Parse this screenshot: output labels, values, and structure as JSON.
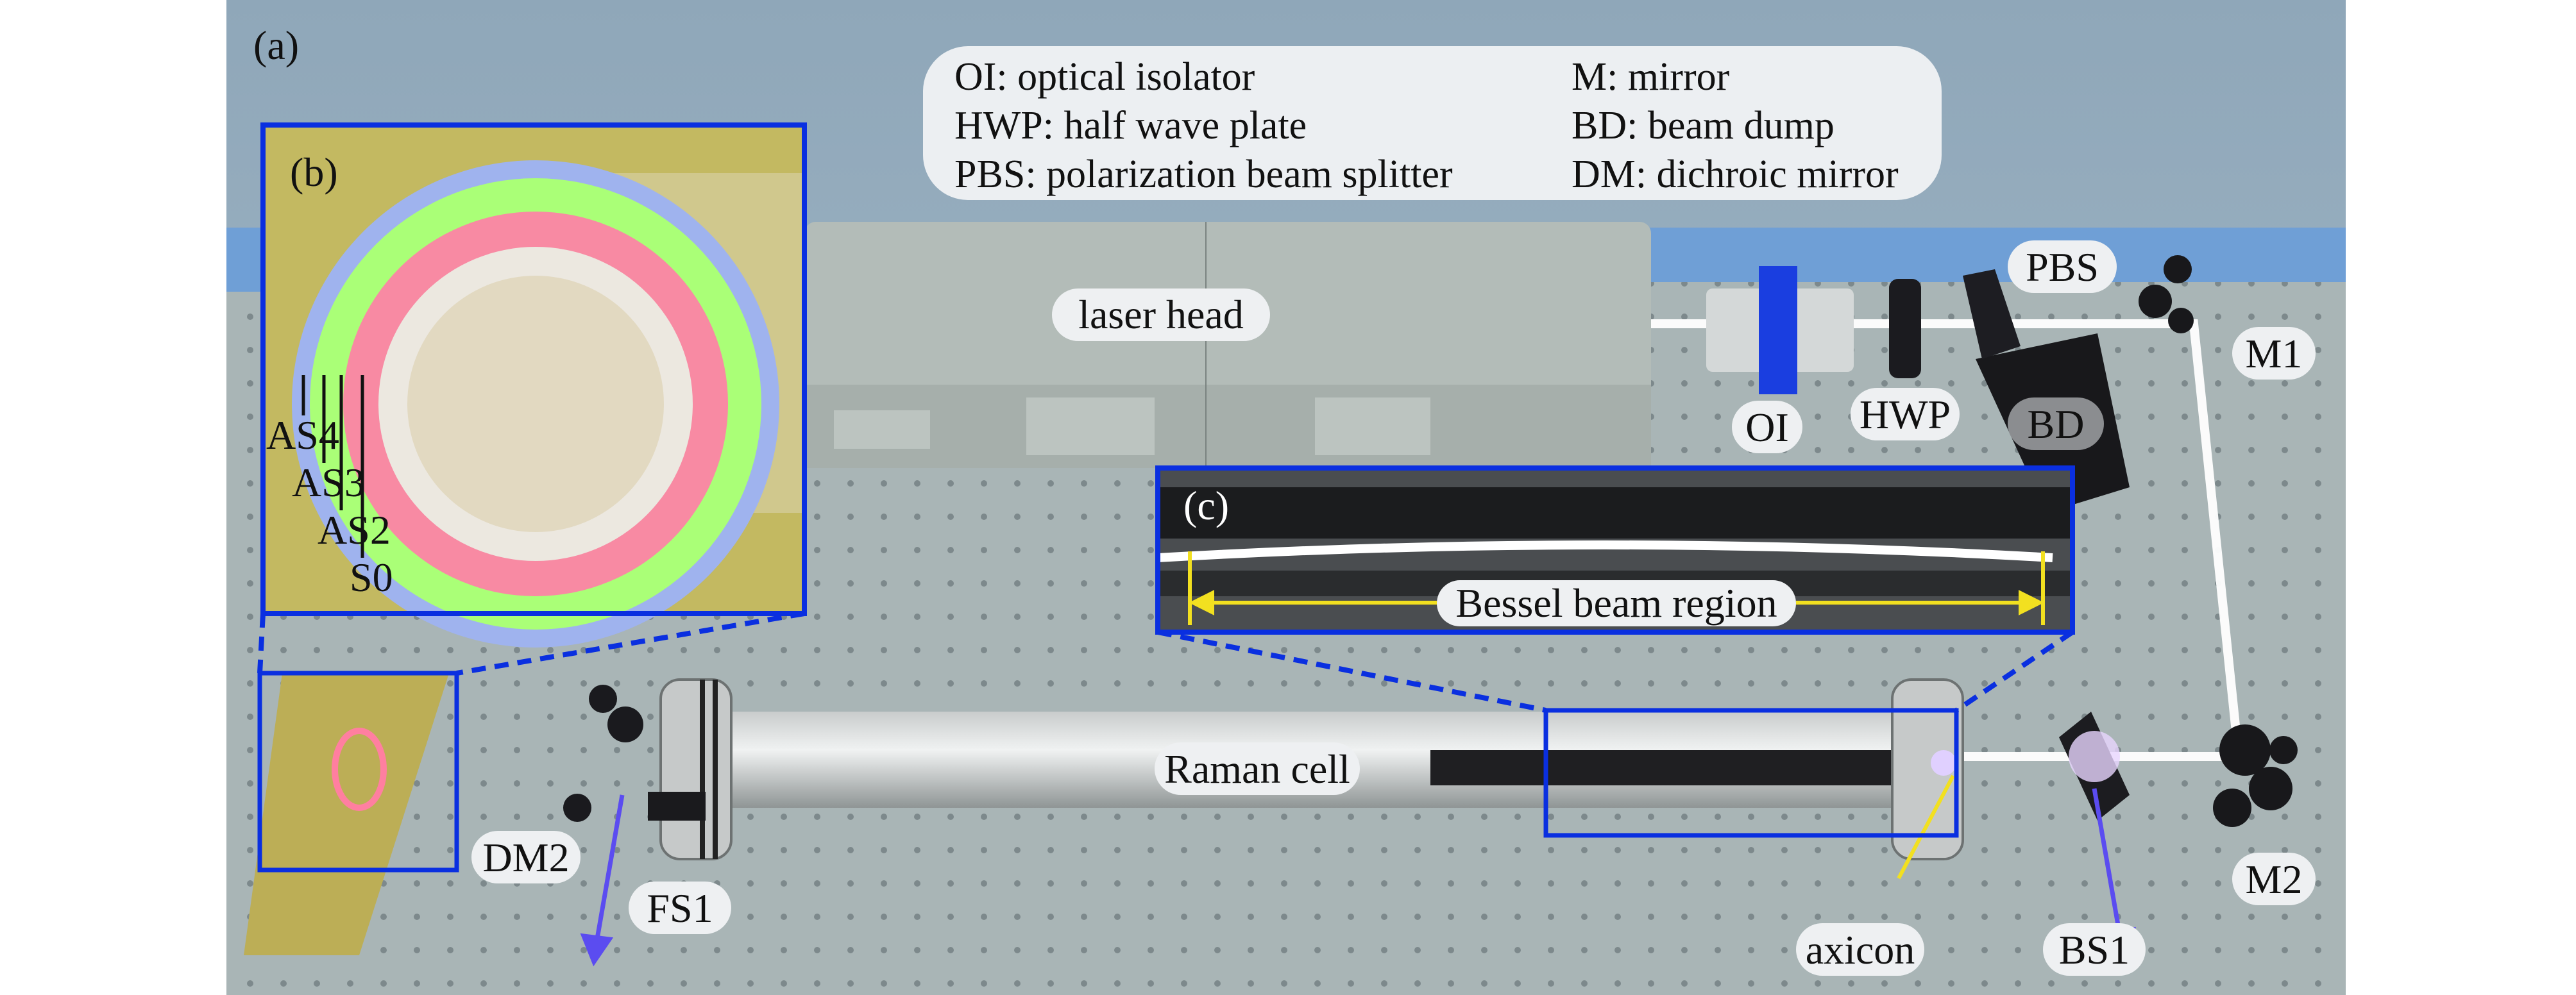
{
  "panel_labels": {
    "a": "(a)",
    "b": "(b)",
    "c": "(c)"
  },
  "legend": {
    "left": [
      "OI: optical isolator",
      "HWP: half wave plate",
      "PBS: polarization beam splitter"
    ],
    "right": [
      "M: mirror",
      "BD: beam dump",
      "DM: dichroic mirror"
    ]
  },
  "components": {
    "laser_head": "laser head",
    "oi": "OI",
    "hwp": "HWP",
    "pbs": "PBS",
    "bd": "BD",
    "m1": "M1",
    "m2": "M2",
    "bs1": "BS1",
    "axicon": "axicon",
    "raman_cell": "Raman cell",
    "fs1": "FS1",
    "dm2": "DM2"
  },
  "inset_b": {
    "rings": [
      "AS4",
      "AS3",
      "AS2",
      "S0"
    ]
  },
  "inset_c": {
    "region_label": "Bessel beam region"
  },
  "colors": {
    "highlight_box": "#0a2fe0",
    "bessel_marker": "#f2e020",
    "output_beam": "#5b4cf0"
  }
}
